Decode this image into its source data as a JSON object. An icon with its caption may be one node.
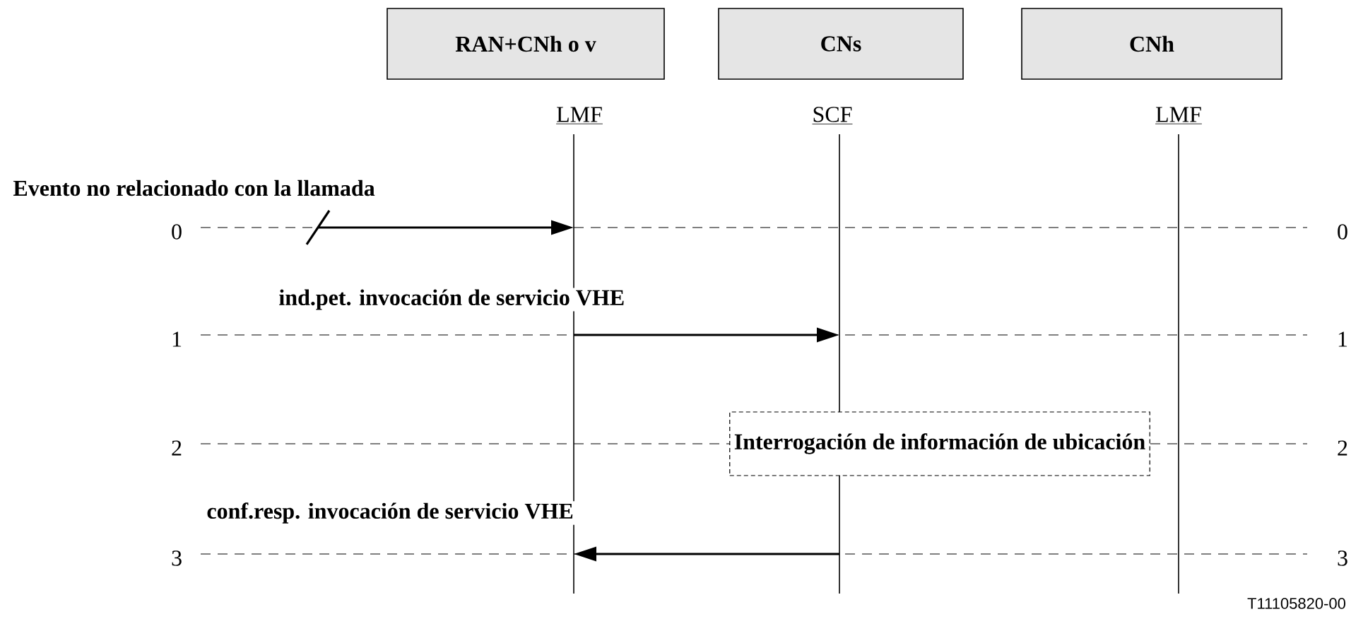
{
  "diagram": {
    "nodes": [
      {
        "text": [
          "RAN+CNh o v",
          "LMF"
        ]
      },
      {
        "text": [
          "CNs",
          "SCF"
        ]
      },
      {
        "text": [
          "CNh",
          "LMF"
        ]
      },
      {
        "text": [
          "Interrogación de información de ubicación"
        ]
      }
    ],
    "edges": [
      {
        "from": null,
        "to": 0,
        "arrow": "to",
        "label": "Evento no relacionado con la llamada"
      },
      {
        "from": 0,
        "to": 1,
        "arrow": "to",
        "label": "ind.pet. invocación de servicio VHE"
      },
      {
        "from": 1,
        "to": 0,
        "arrow": "to",
        "label": "conf.resp. invocación de servicio VHE"
      }
    ],
    "labels": [
      "0",
      "0",
      "1",
      "1",
      "2",
      "2",
      "3",
      "3",
      "T11105820-00"
    ]
  }
}
